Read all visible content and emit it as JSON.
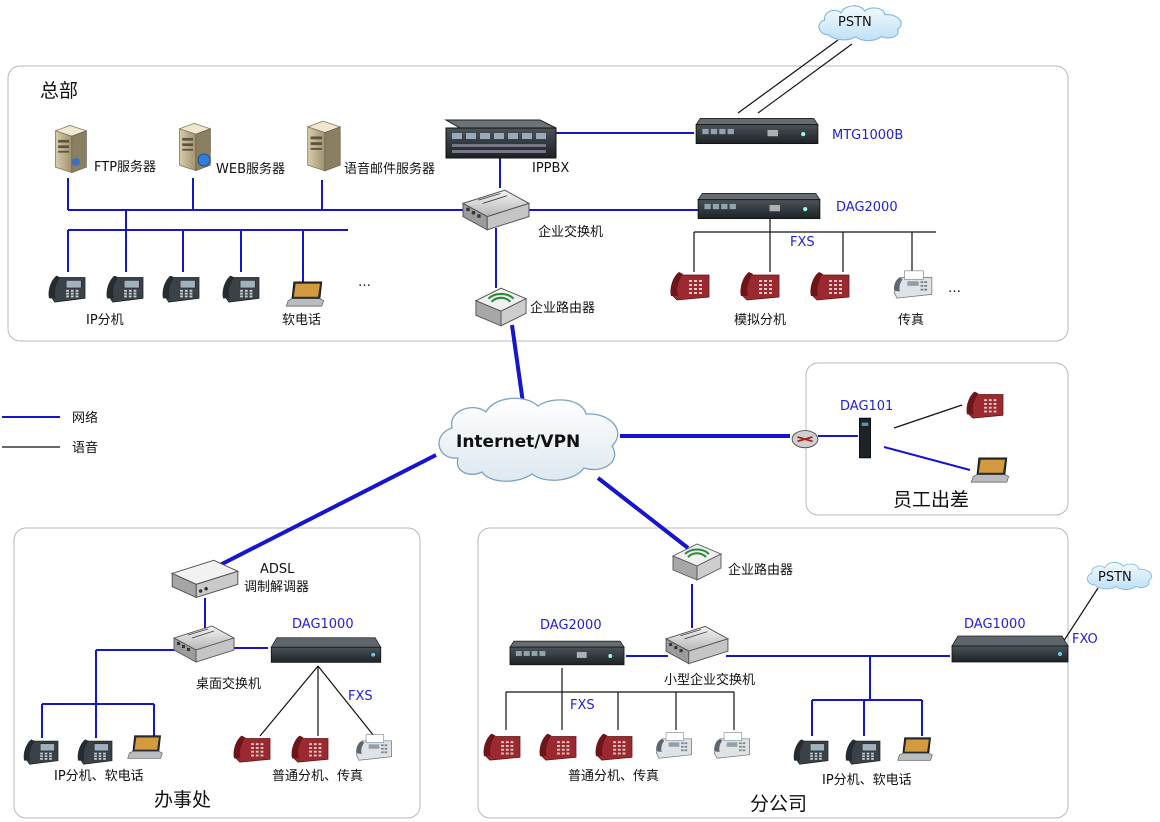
{
  "regions": {
    "hq": "总部",
    "office": "办事处",
    "branch": "分公司",
    "travel": "员工出差"
  },
  "legend": {
    "network": "网络",
    "voice": "语音"
  },
  "internet": "Internet/VPN",
  "pstn": "PSTN",
  "hq": {
    "ftp": "FTP服务器",
    "web": "WEB服务器",
    "voicemail": "语音邮件服务器",
    "ippbx": "IPPBX",
    "mtg": "MTG1000B",
    "dag2000": "DAG2000",
    "switch": "企业交换机",
    "router": "企业路由器",
    "fxs": "FXS",
    "ip_ext": "IP分机",
    "softphone": "软电话",
    "analog_ext": "模拟分机",
    "fax": "传真",
    "ellipsis": "…"
  },
  "travel": {
    "dag101": "DAG101"
  },
  "office": {
    "adsl_line1": "ADSL",
    "adsl_line2": "调制解调器",
    "desk_switch": "桌面交换机",
    "dag1000": "DAG1000",
    "fxs": "FXS",
    "ip_soft": "IP分机、软电话",
    "ext_fax": "普通分机、传真"
  },
  "branch": {
    "router": "企业路由器",
    "dag2000": "DAG2000",
    "small_switch": "小型企业交换机",
    "dag1000": "DAG1000",
    "fxo": "FXO",
    "fxs": "FXS",
    "ext_fax": "普通分机、传真",
    "ip_soft": "IP分机、软电话"
  },
  "colors": {
    "network": "#1515cf",
    "voice": "#111111",
    "region_border": "#b8b8b8",
    "label_blue": "#1f1fd6",
    "phone_red": "#8a1f24",
    "phone_dark": "#2b3338",
    "cloud_fill": "#d7ecfa"
  },
  "icons": [
    "server-icon",
    "pbx-icon",
    "gateway-icon",
    "switch-icon",
    "router-icon",
    "ip-phone-icon",
    "analog-phone-icon",
    "fax-icon",
    "laptop-icon",
    "cloud-icon",
    "modem-icon"
  ]
}
